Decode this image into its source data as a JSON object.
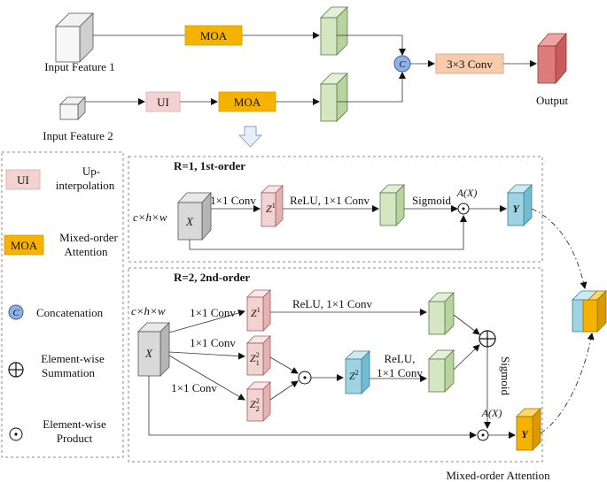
{
  "top": {
    "input1": "Input Feature 1",
    "input2": "Input Feature 2",
    "moa": "MOA",
    "ui": "UI",
    "concat": "C",
    "conv3": "3×3 Conv",
    "output": "Output"
  },
  "legend": {
    "ui_box": "UI",
    "ui_text1": "Up-",
    "ui_text2": "interpolation",
    "moa_box": "MOA",
    "moa_text1": "Mixed-order",
    "moa_text2": "Attention",
    "c_symbol": "C",
    "concat_text": "Concatenation",
    "sum_text1": "Element-wise",
    "sum_text2": "Summation",
    "prod_text1": "Element-wise",
    "prod_text2": "Product"
  },
  "r1": {
    "title": "R=1, 1st-order",
    "dims": "c×h×w",
    "x": "X",
    "conv1": "1×1 Conv",
    "z": "Z",
    "z_sup": "1",
    "relu": "ReLU, 1×1  Conv",
    "sigmoid": "Sigmoid",
    "a": "A(X)",
    "y": "Y"
  },
  "r2": {
    "title": "R=2, 2nd-order",
    "dims": "c×h×w",
    "x": "X",
    "conv_a": "1×1 Conv",
    "conv_b": "1×1 Conv",
    "conv_c": "1×1 Conv",
    "z1": "Z",
    "z1_sup": "1",
    "z21": "Z",
    "z21_sub": "1",
    "z21_sup": "2",
    "z22": "Z",
    "z22_sub": "2",
    "z22_sup": "2",
    "zc": "Z",
    "zc_sup": "2",
    "relu_top": "ReLU, 1×1  Conv",
    "relu_a": "ReLU,",
    "relu_b": "1×1  Conv",
    "sigmoid": "Sigmoid",
    "a": "A(X)",
    "y": "Y"
  },
  "caption": "Mixed-order Attention",
  "colors": {
    "grey": "#d9d9d9",
    "green": "#d5e6c3",
    "pink": "#f3d2d2",
    "blue": "#9fd3e2",
    "orange": "#f5b300",
    "output": "#e07b7b"
  }
}
